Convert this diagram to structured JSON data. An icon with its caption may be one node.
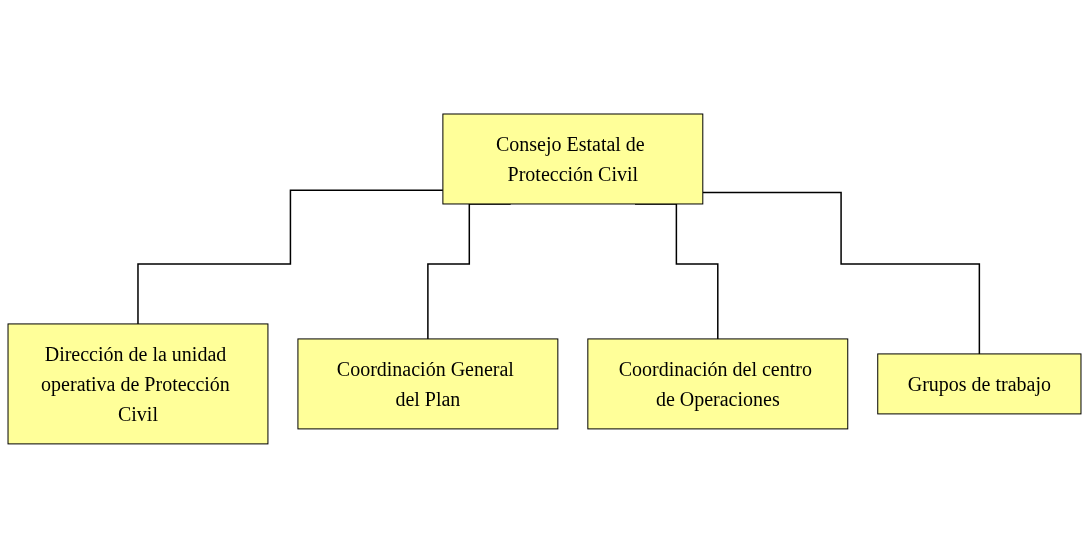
{
  "diagram": {
    "nodes": [
      {
        "text": [
          "Consejo Estatal de Protección Civil"
        ]
      },
      {
        "text": [
          "Dirección de la unidad operativa de Protección Civil"
        ]
      },
      {
        "text": [
          "Coordinación General del Plan"
        ]
      },
      {
        "text": [
          "Coordinación del centro de Operaciones"
        ]
      },
      {
        "text": [
          "Grupos de trabajo"
        ]
      }
    ],
    "edges": [
      {
        "from": 0,
        "to": 1,
        "arrow": "none"
      },
      {
        "from": 0,
        "to": 2,
        "arrow": "none"
      },
      {
        "from": 0,
        "to": 3,
        "arrow": "none"
      },
      {
        "from": 0,
        "to": 4,
        "arrow": "none"
      }
    ]
  }
}
